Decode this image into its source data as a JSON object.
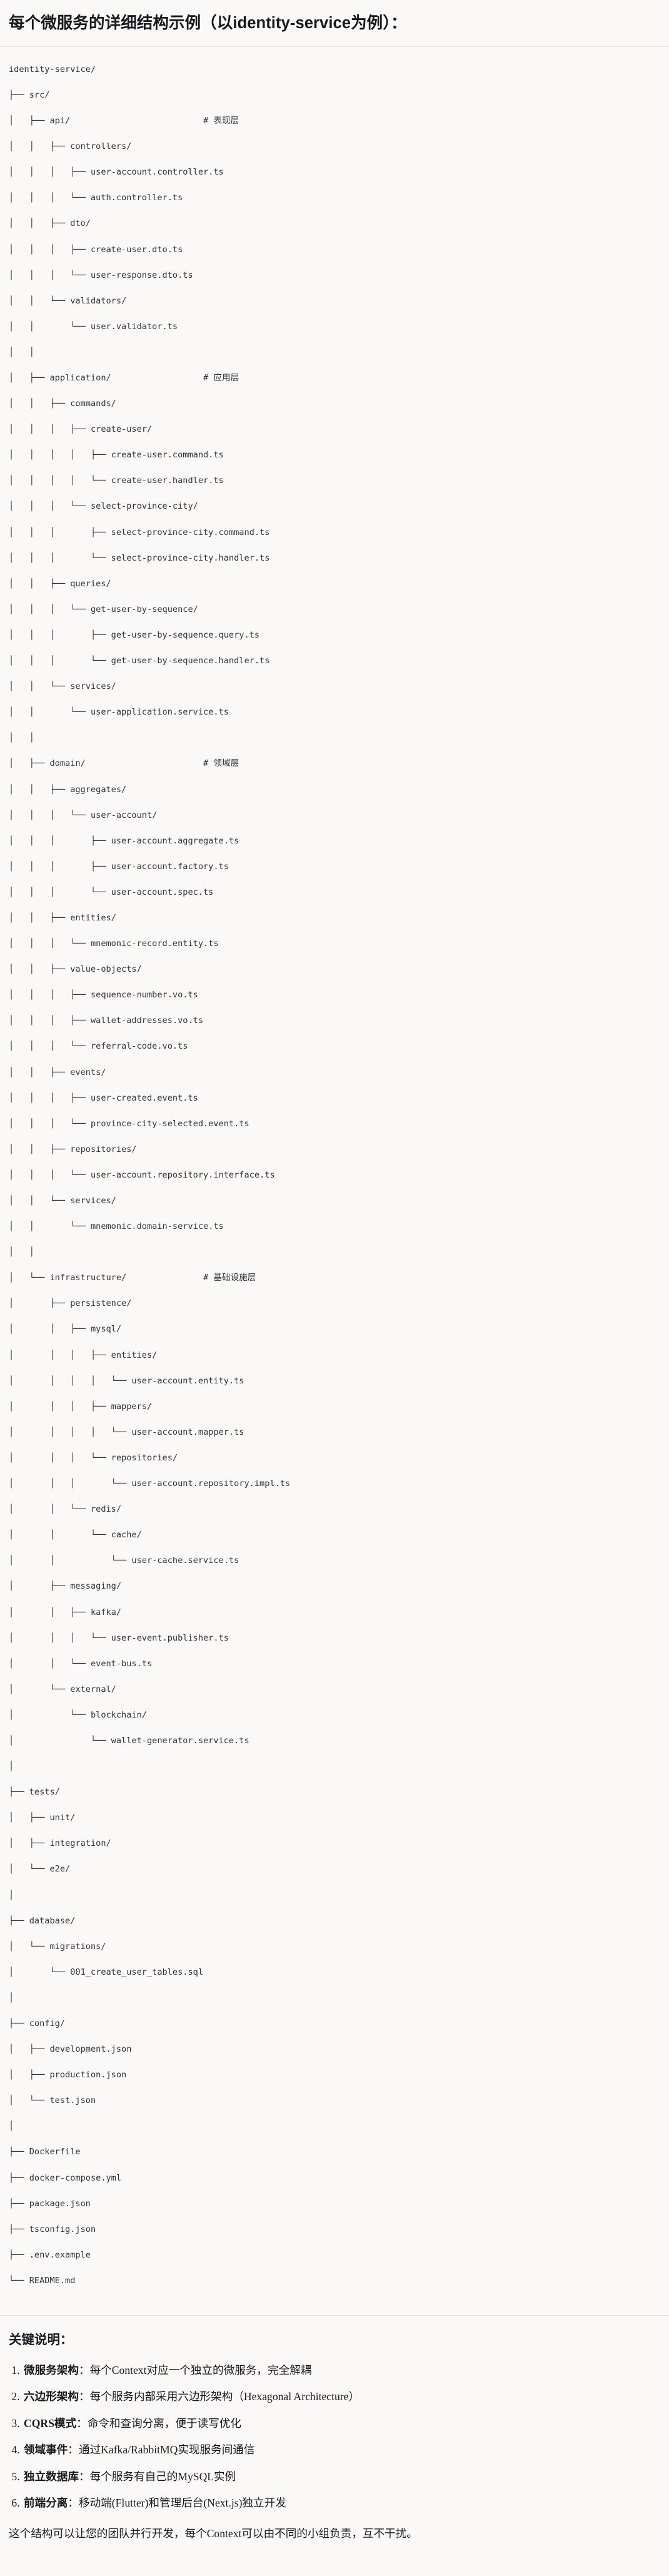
{
  "page": {
    "title": "每个微服务的详细结构示例（以identity-service为例）："
  },
  "tree": {
    "root": "identity-service/",
    "lines": [
      {
        "text": "identity-service/",
        "comment": ""
      },
      {
        "text": "├── src/",
        "comment": ""
      },
      {
        "text": "│   ├── api/",
        "comment": "# 表现层"
      },
      {
        "text": "│   │   ├── controllers/",
        "comment": ""
      },
      {
        "text": "│   │   │   ├── user-account.controller.ts",
        "comment": ""
      },
      {
        "text": "│   │   │   └── auth.controller.ts",
        "comment": ""
      },
      {
        "text": "│   │   ├── dto/",
        "comment": ""
      },
      {
        "text": "│   │   │   ├── create-user.dto.ts",
        "comment": ""
      },
      {
        "text": "│   │   │   └── user-response.dto.ts",
        "comment": ""
      },
      {
        "text": "│   │   └── validators/",
        "comment": ""
      },
      {
        "text": "│   │       └── user.validator.ts",
        "comment": ""
      },
      {
        "text": "│   │",
        "comment": ""
      },
      {
        "text": "│   ├── application/",
        "comment": "# 应用层"
      },
      {
        "text": "│   │   ├── commands/",
        "comment": ""
      },
      {
        "text": "│   │   │   ├── create-user/",
        "comment": ""
      },
      {
        "text": "│   │   │   │   ├── create-user.command.ts",
        "comment": ""
      },
      {
        "text": "│   │   │   │   └── create-user.handler.ts",
        "comment": ""
      },
      {
        "text": "│   │   │   └── select-province-city/",
        "comment": ""
      },
      {
        "text": "│   │   │       ├── select-province-city.command.ts",
        "comment": ""
      },
      {
        "text": "│   │   │       └── select-province-city.handler.ts",
        "comment": ""
      },
      {
        "text": "│   │   ├── queries/",
        "comment": ""
      },
      {
        "text": "│   │   │   └── get-user-by-sequence/",
        "comment": ""
      },
      {
        "text": "│   │   │       ├── get-user-by-sequence.query.ts",
        "comment": ""
      },
      {
        "text": "│   │   │       └── get-user-by-sequence.handler.ts",
        "comment": ""
      },
      {
        "text": "│   │   └── services/",
        "comment": ""
      },
      {
        "text": "│   │       └── user-application.service.ts",
        "comment": ""
      },
      {
        "text": "│   │",
        "comment": ""
      },
      {
        "text": "│   ├── domain/",
        "comment": "# 领域层"
      },
      {
        "text": "│   │   ├── aggregates/",
        "comment": ""
      },
      {
        "text": "│   │   │   └── user-account/",
        "comment": ""
      },
      {
        "text": "│   │   │       ├── user-account.aggregate.ts",
        "comment": ""
      },
      {
        "text": "│   │   │       ├── user-account.factory.ts",
        "comment": ""
      },
      {
        "text": "│   │   │       └── user-account.spec.ts",
        "comment": ""
      },
      {
        "text": "│   │   ├── entities/",
        "comment": ""
      },
      {
        "text": "│   │   │   └── mnemonic-record.entity.ts",
        "comment": ""
      },
      {
        "text": "│   │   ├── value-objects/",
        "comment": ""
      },
      {
        "text": "│   │   │   ├── sequence-number.vo.ts",
        "comment": ""
      },
      {
        "text": "│   │   │   ├── wallet-addresses.vo.ts",
        "comment": ""
      },
      {
        "text": "│   │   │   └── referral-code.vo.ts",
        "comment": ""
      },
      {
        "text": "│   │   ├── events/",
        "comment": ""
      },
      {
        "text": "│   │   │   ├── user-created.event.ts",
        "comment": ""
      },
      {
        "text": "│   │   │   └── province-city-selected.event.ts",
        "comment": ""
      },
      {
        "text": "│   │   ├── repositories/",
        "comment": ""
      },
      {
        "text": "│   │   │   └── user-account.repository.interface.ts",
        "comment": ""
      },
      {
        "text": "│   │   └── services/",
        "comment": ""
      },
      {
        "text": "│   │       └── mnemonic.domain-service.ts",
        "comment": ""
      },
      {
        "text": "│   │",
        "comment": ""
      },
      {
        "text": "│   └── infrastructure/",
        "comment": "# 基础设施层"
      },
      {
        "text": "│       ├── persistence/",
        "comment": ""
      },
      {
        "text": "│       │   ├── mysql/",
        "comment": ""
      },
      {
        "text": "│       │   │   ├── entities/",
        "comment": ""
      },
      {
        "text": "│       │   │   │   └── user-account.entity.ts",
        "comment": ""
      },
      {
        "text": "│       │   │   ├── mappers/",
        "comment": ""
      },
      {
        "text": "│       │   │   │   └── user-account.mapper.ts",
        "comment": ""
      },
      {
        "text": "│       │   │   └── repositories/",
        "comment": ""
      },
      {
        "text": "│       │   │       └── user-account.repository.impl.ts",
        "comment": ""
      },
      {
        "text": "│       │   └── redis/",
        "comment": ""
      },
      {
        "text": "│       │       └── cache/",
        "comment": ""
      },
      {
        "text": "│       │           └── user-cache.service.ts",
        "comment": ""
      },
      {
        "text": "│       ├── messaging/",
        "comment": ""
      },
      {
        "text": "│       │   ├── kafka/",
        "comment": ""
      },
      {
        "text": "│       │   │   └── user-event.publisher.ts",
        "comment": ""
      },
      {
        "text": "│       │   └── event-bus.ts",
        "comment": ""
      },
      {
        "text": "│       └── external/",
        "comment": ""
      },
      {
        "text": "│           └── blockchain/",
        "comment": ""
      },
      {
        "text": "│               └── wallet-generator.service.ts",
        "comment": ""
      },
      {
        "text": "│",
        "comment": ""
      },
      {
        "text": "├── tests/",
        "comment": ""
      },
      {
        "text": "│   ├── unit/",
        "comment": ""
      },
      {
        "text": "│   ├── integration/",
        "comment": ""
      },
      {
        "text": "│   └── e2e/",
        "comment": ""
      },
      {
        "text": "│",
        "comment": ""
      },
      {
        "text": "├── database/",
        "comment": ""
      },
      {
        "text": "│   └── migrations/",
        "comment": ""
      },
      {
        "text": "│       └── 001_create_user_tables.sql",
        "comment": ""
      },
      {
        "text": "│",
        "comment": ""
      },
      {
        "text": "├── config/",
        "comment": ""
      },
      {
        "text": "│   ├── development.json",
        "comment": ""
      },
      {
        "text": "│   ├── production.json",
        "comment": ""
      },
      {
        "text": "│   └── test.json",
        "comment": ""
      },
      {
        "text": "│",
        "comment": ""
      },
      {
        "text": "├── Dockerfile",
        "comment": ""
      },
      {
        "text": "├── docker-compose.yml",
        "comment": ""
      },
      {
        "text": "├── package.json",
        "comment": ""
      },
      {
        "text": "├── tsconfig.json",
        "comment": ""
      },
      {
        "text": "├── .env.example",
        "comment": ""
      },
      {
        "text": "└── README.md",
        "comment": ""
      }
    ],
    "comment_column": 38
  },
  "notes": {
    "title": "关键说明：",
    "items": [
      {
        "term": "微服务架构",
        "sep": "：",
        "desc": "每个Context对应一个独立的微服务，完全解耦"
      },
      {
        "term": "六边形架构",
        "sep": "：",
        "desc": "每个服务内部采用六边形架构（Hexagonal Architecture）"
      },
      {
        "term": "CQRS模式",
        "sep": "：",
        "desc": "命令和查询分离，便于读写优化"
      },
      {
        "term": "领域事件",
        "sep": "：",
        "desc": "通过Kafka/RabbitMQ实现服务间通信"
      },
      {
        "term": "独立数据库",
        "sep": "：",
        "desc": "每个服务有自己的MySQL实例"
      },
      {
        "term": "前端分离",
        "sep": "：",
        "desc": "移动端(Flutter)和管理后台(Next.js)独立开发"
      }
    ],
    "closing": "这个结构可以让您的团队并行开发，每个Context可以由不同的小组负责，互不干扰。"
  },
  "colors": {
    "page_background": "#faf9f7",
    "text": "#17191d",
    "code_text": "#2f3339",
    "divider": "#e3e1dd"
  }
}
